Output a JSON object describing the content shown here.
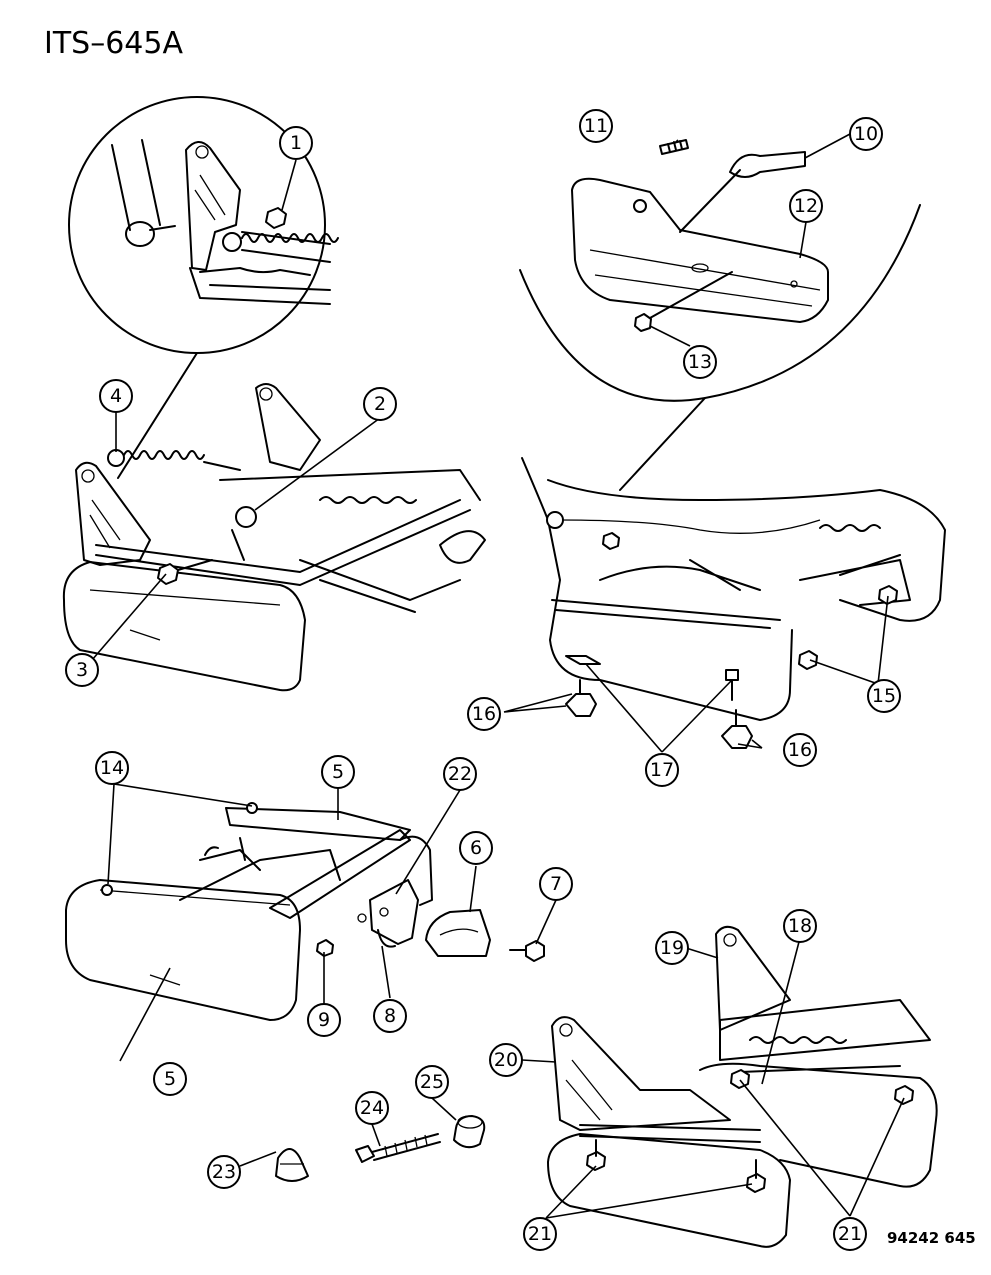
{
  "title": "ITS–645A",
  "drawing_code": "94242  645",
  "callouts": [
    {
      "id": "c1",
      "label": "1"
    },
    {
      "id": "c2",
      "label": "2"
    },
    {
      "id": "c3",
      "label": "3"
    },
    {
      "id": "c4",
      "label": "4"
    },
    {
      "id": "c5a",
      "label": "5"
    },
    {
      "id": "c5b",
      "label": "5"
    },
    {
      "id": "c6",
      "label": "6"
    },
    {
      "id": "c7",
      "label": "7"
    },
    {
      "id": "c8",
      "label": "8"
    },
    {
      "id": "c9",
      "label": "9"
    },
    {
      "id": "c10",
      "label": "10"
    },
    {
      "id": "c11",
      "label": "11"
    },
    {
      "id": "c12",
      "label": "12"
    },
    {
      "id": "c13",
      "label": "13"
    },
    {
      "id": "c14",
      "label": "14"
    },
    {
      "id": "c15",
      "label": "15"
    },
    {
      "id": "c16a",
      "label": "16"
    },
    {
      "id": "c16b",
      "label": "16"
    },
    {
      "id": "c17",
      "label": "17"
    },
    {
      "id": "c18",
      "label": "18"
    },
    {
      "id": "c19",
      "label": "19"
    },
    {
      "id": "c20",
      "label": "20"
    },
    {
      "id": "c21a",
      "label": "21"
    },
    {
      "id": "c21b",
      "label": "21"
    },
    {
      "id": "c22",
      "label": "22"
    },
    {
      "id": "c23",
      "label": "23"
    },
    {
      "id": "c24",
      "label": "24"
    },
    {
      "id": "c25",
      "label": "25"
    }
  ]
}
